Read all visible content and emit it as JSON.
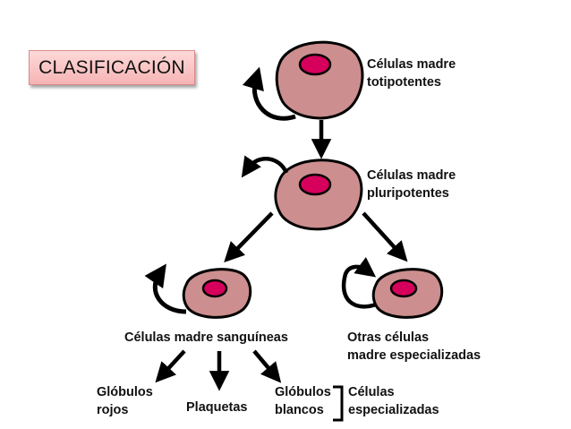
{
  "title": "CLASIFICACIÓN",
  "colors": {
    "cell_fill": "#cc8e8e",
    "nucleus_fill": "#d6005c",
    "title_bg": "#f6b4b4",
    "stroke": "#000000"
  },
  "labels": {
    "totipotent_line1": "Células madre",
    "totipotent_line2": "totipotentes",
    "pluripotent_line1": "Células madre",
    "pluripotent_line2": "pluripotentes",
    "blood": "Células madre sanguíneas",
    "other_line1": "Otras células",
    "other_line2": "madre especializadas",
    "red_line1": "Glóbulos",
    "red_line2": "rojos",
    "platelets": "Plaquetas",
    "white_line1": "Glóbulos",
    "white_line2": "blancos",
    "specialized_line1": "Células",
    "specialized_line2": "especializadas"
  }
}
